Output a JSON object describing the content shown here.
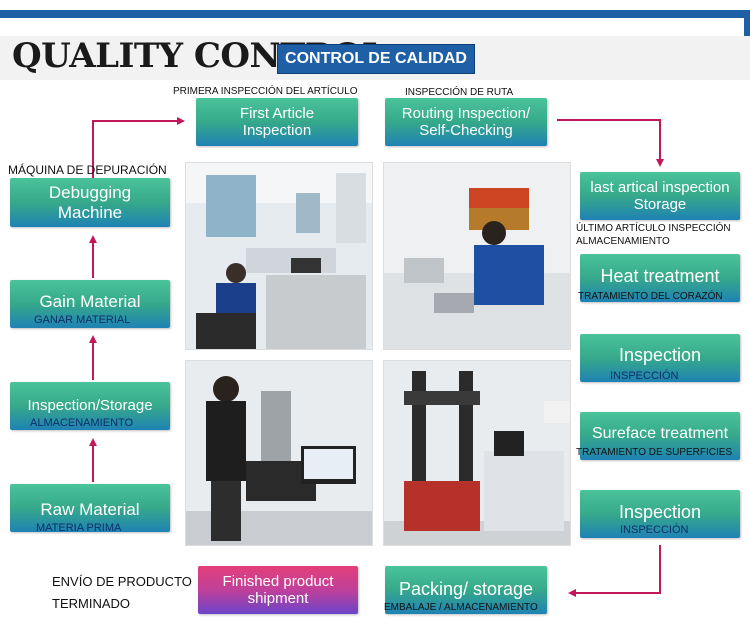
{
  "header": {
    "title": "QUALITY CONTROL",
    "badge": "CONTROL DE CALIDAD"
  },
  "steps": {
    "first_article": {
      "line1": "First Article",
      "line2": "Inspection",
      "caption": "PRIMERA INSPECCIÓN DEL ARTÍCULO"
    },
    "routing": {
      "line1": "Routing Inspection/",
      "line2": "Self-Checking",
      "caption": "INSPECCIÓN DE RUTA"
    },
    "last_article": {
      "line1": "last artical inspection",
      "line2": "Storage",
      "caption1": "ÚLTIMO ARTÍCULO INSPECCIÓN",
      "caption2": "ALMACENAMIENTO"
    },
    "heat": {
      "label": "Heat treatment",
      "caption": "TRATAMIENTO DEL CORAZÓN"
    },
    "inspection1": {
      "label": "Inspection",
      "caption": "INSPECCIÓN"
    },
    "surface": {
      "label": "Surefacе treatment",
      "caption": "TRATAMIENTO DE SUPERFICIES"
    },
    "inspection2": {
      "label": "Inspection",
      "caption": "INSPECCIÓN"
    },
    "packing": {
      "label": "Packing/ storage",
      "caption": "EMBALAJE / ALMACENAMIENTO"
    },
    "finished": {
      "line1": "Finished product",
      "line2": "shipment",
      "caption1": "ENVÍO DE PRODUCTO",
      "caption2": "TERMINADO"
    },
    "debugging": {
      "line1": "Debugging",
      "line2": "Machine",
      "caption": "MÁQUINA DE DEPURACIÓN"
    },
    "gain": {
      "label": "Gain Material",
      "caption": "GANAR MATERIAL"
    },
    "inspection_storage": {
      "label": "Inspection/Storage",
      "caption": "ALMACENAMIENTO"
    },
    "raw": {
      "label": "Raw Material",
      "caption": "MATERIA PRIMA"
    }
  },
  "colors": {
    "brand_blue": "#1f5fa6",
    "box_green": "#36a98a",
    "box_blue": "#1f82b4",
    "box_pink": "#e33f7a",
    "box_purple": "#6b44c8",
    "arrow": "#c2185b"
  }
}
